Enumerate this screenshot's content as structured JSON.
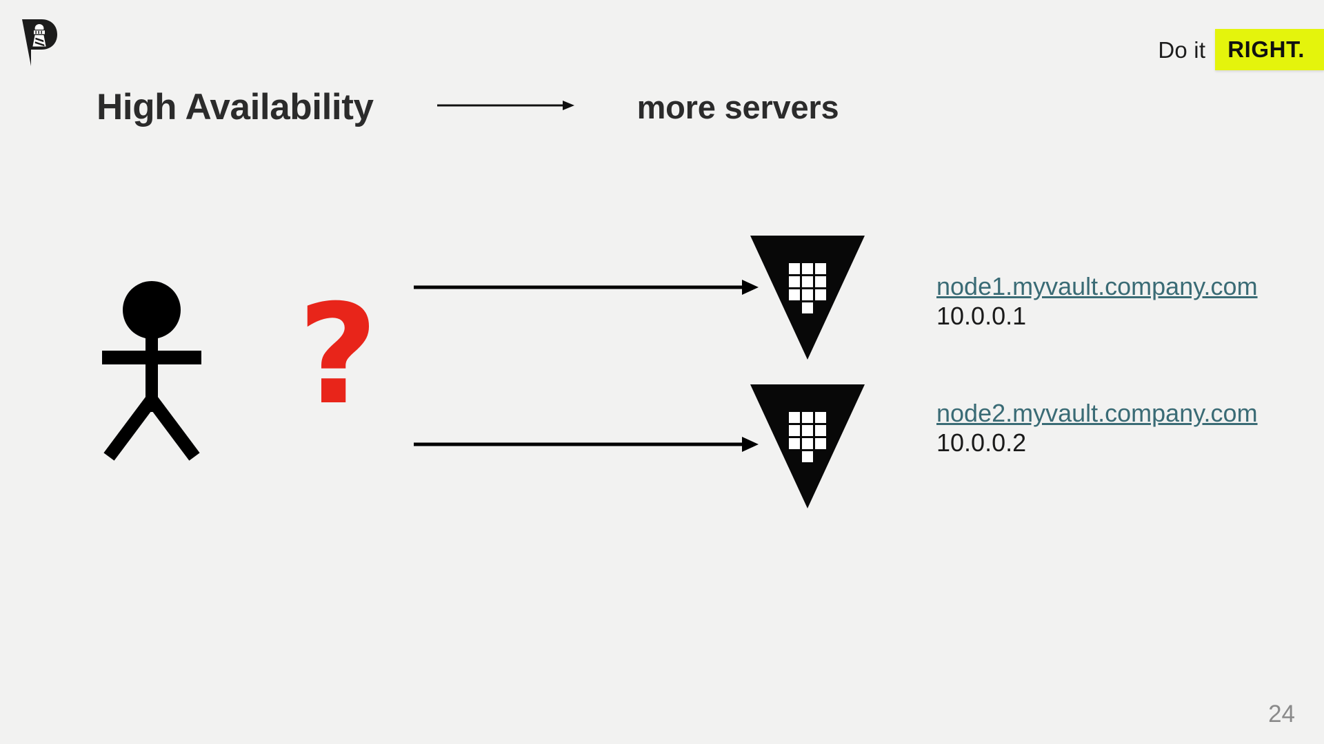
{
  "slide": {
    "background_color": "#f2f2f1",
    "page_number": "24"
  },
  "brand": {
    "logo_icon": "lighthouse-p-logo",
    "logo_color": "#1c1c1c"
  },
  "tagline": {
    "plain_text": "Do it",
    "highlight_text": "RIGHT.",
    "highlight_bg": "#e4f40c",
    "highlight_fg": "#111111"
  },
  "headline": {
    "title": "High Availability",
    "arrow_icon": "arrow-right-icon",
    "subject": "more servers"
  },
  "diagram": {
    "actor_icon": "stick-figure-person-icon",
    "question_mark": "?",
    "question_mark_color": "#e8251a",
    "connectors": [
      {
        "name": "connector-to-node1",
        "icon": "arrow-right-icon"
      },
      {
        "name": "connector-to-node2",
        "icon": "arrow-right-icon"
      }
    ],
    "nodes": [
      {
        "icon": "vault-triangle-icon",
        "hostname": "node1.myvault.company.com",
        "ip": "10.0.0.1",
        "link_color": "#3a6b75"
      },
      {
        "icon": "vault-triangle-icon",
        "hostname": "node2.myvault.company.com",
        "ip": "10.0.0.2",
        "link_color": "#3a6b75"
      }
    ]
  }
}
